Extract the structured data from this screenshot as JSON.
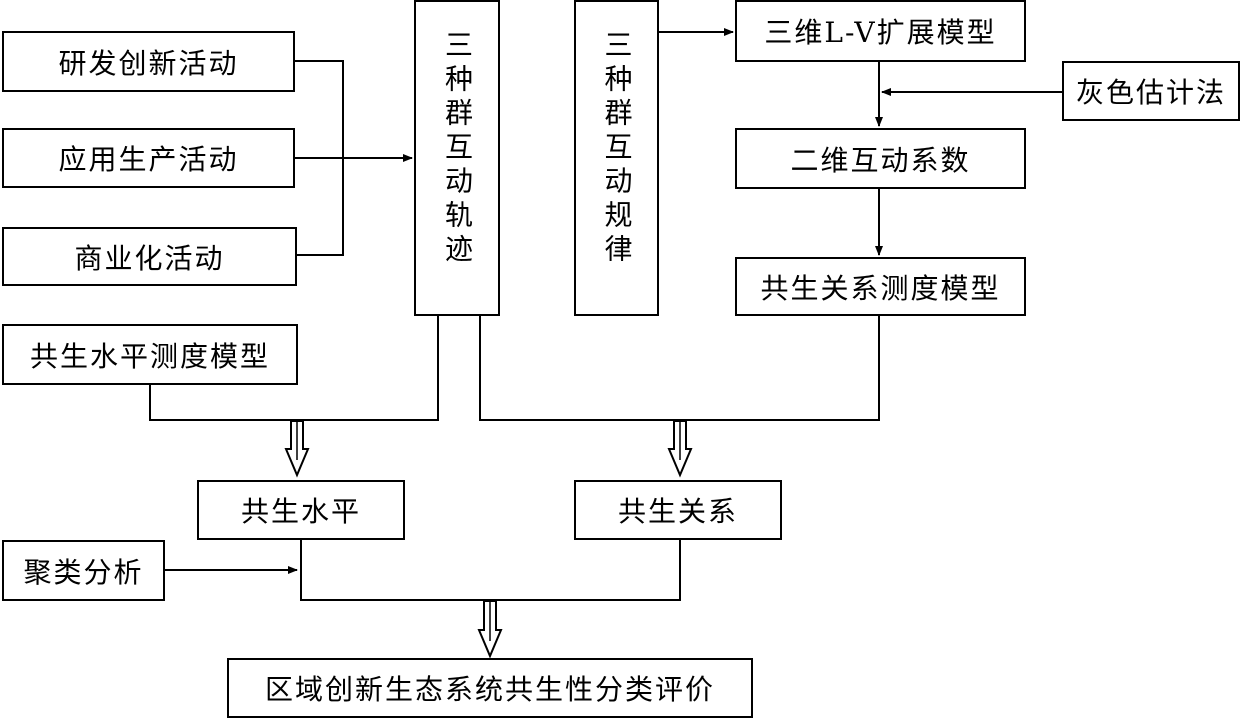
{
  "nodes": {
    "rd_activity": "研发创新活动",
    "production_activity": "应用生产活动",
    "commercial_activity": "商业化活动",
    "trajectory": "三种群互动轨迹",
    "rules": "三种群互动规律",
    "lv_model": "三维L-V扩展模型",
    "grey_estimation": "灰色估计法",
    "interaction_coefficient": "二维互动系数",
    "relation_model": "共生关系测度模型",
    "level_model": "共生水平测度模型",
    "symbiosis_level": "共生水平",
    "symbiosis_relation": "共生关系",
    "cluster_analysis": "聚类分析",
    "final_evaluation": "区域创新生态系统共生性分类评价"
  }
}
